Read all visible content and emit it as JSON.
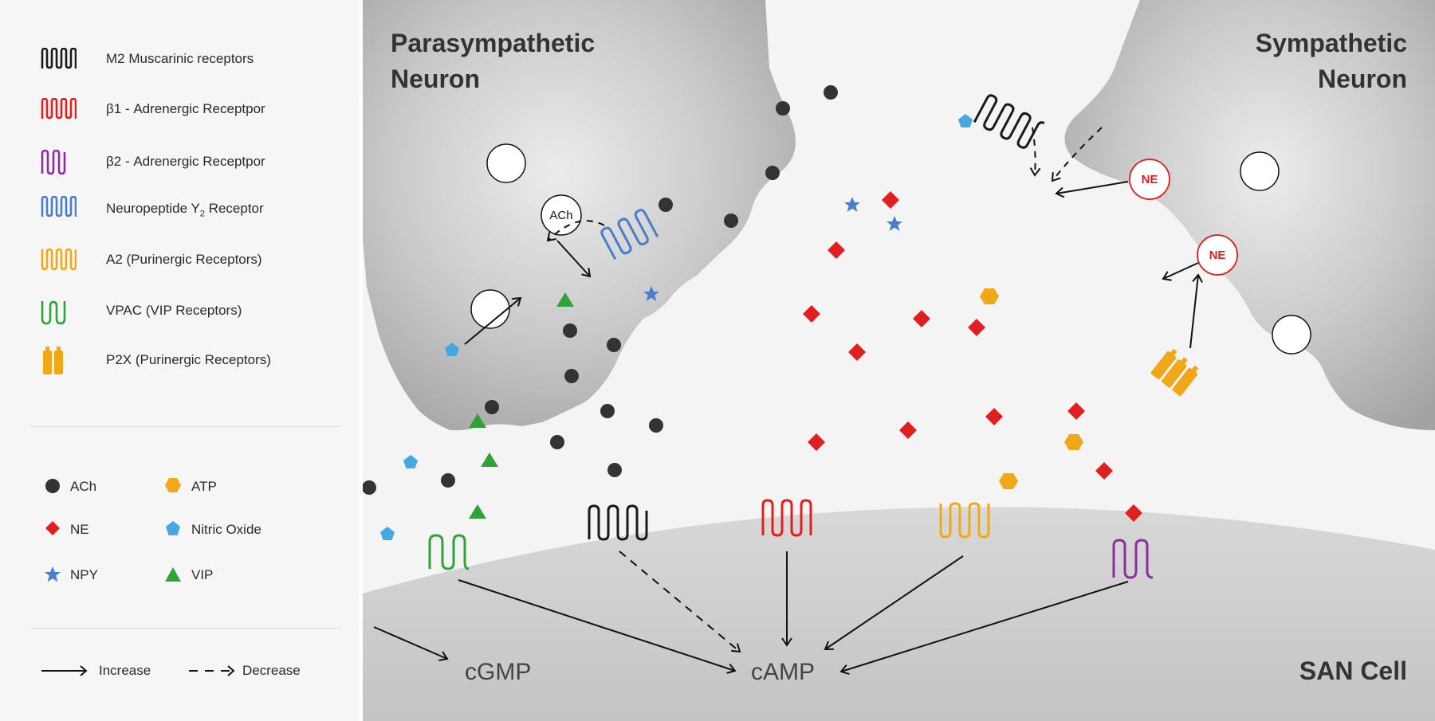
{
  "legend": {
    "receptors": [
      {
        "label": "M2 Muscarinic receptors",
        "color": "#1a1a1a",
        "icon": "coil-receptor-icon"
      },
      {
        "label": "β1 - Adrenergic Receptpor",
        "color": "#e02020",
        "icon": "coil-receptor-icon"
      },
      {
        "label": "β2 - Adrenergic Receptpor",
        "color": "#8b2fa0",
        "icon": "coil-receptor-icon"
      },
      {
        "label_main": "Neuropeptide Y",
        "label_sub": "2",
        "label_end": " Receptor",
        "color": "#4a7ec8",
        "icon": "coil-receptor-icon"
      },
      {
        "label": "A2 (Purinergic Receptors)",
        "color": "#f0a818",
        "icon": "coil-receptor-icon"
      },
      {
        "label": "VPAC (VIP Receptors)",
        "color": "#2fa33a",
        "icon": "coil-receptor-icon"
      },
      {
        "label": "P2X (Purinergic Receptors)",
        "color": "#f0a818",
        "icon": "channel-receptor-icon"
      }
    ],
    "molecules": [
      {
        "label": "ACh",
        "color": "#333333",
        "icon": "circle-icon"
      },
      {
        "label": "ATP",
        "color": "#f0a818",
        "icon": "hexagon-icon"
      },
      {
        "label": "NE",
        "color": "#e02020",
        "icon": "diamond-icon"
      },
      {
        "label": "Nitric Oxide",
        "color": "#45a8e0",
        "icon": "pentagon-icon"
      },
      {
        "label": "NPY",
        "color": "#4a7ec8",
        "icon": "star-icon"
      },
      {
        "label": "VIP",
        "color": "#2fa33a",
        "icon": "triangle-icon"
      }
    ],
    "arrows": {
      "increase": "Increase",
      "decrease": "Decrease"
    }
  },
  "diagram": {
    "parasympathetic_title_line1": "Parasympathetic",
    "parasympathetic_title_line2": "Neuron",
    "sympathetic_title_line1": "Sympathetic",
    "sympathetic_title_line2": "Neuron",
    "cell_label": "SAN Cell",
    "ach_vesicle": "ACh",
    "ne_vesicle": "NE",
    "cgmp": "cGMP",
    "camp": "cAMP"
  },
  "colors": {
    "m2": "#1a1a1a",
    "beta1": "#e02020",
    "beta2": "#8b2fa0",
    "npy": "#4a7ec8",
    "purinergic": "#f0a818",
    "vip": "#2fa33a",
    "nitric_oxide": "#45a8e0",
    "ach": "#333333",
    "ne": "#e02020"
  }
}
